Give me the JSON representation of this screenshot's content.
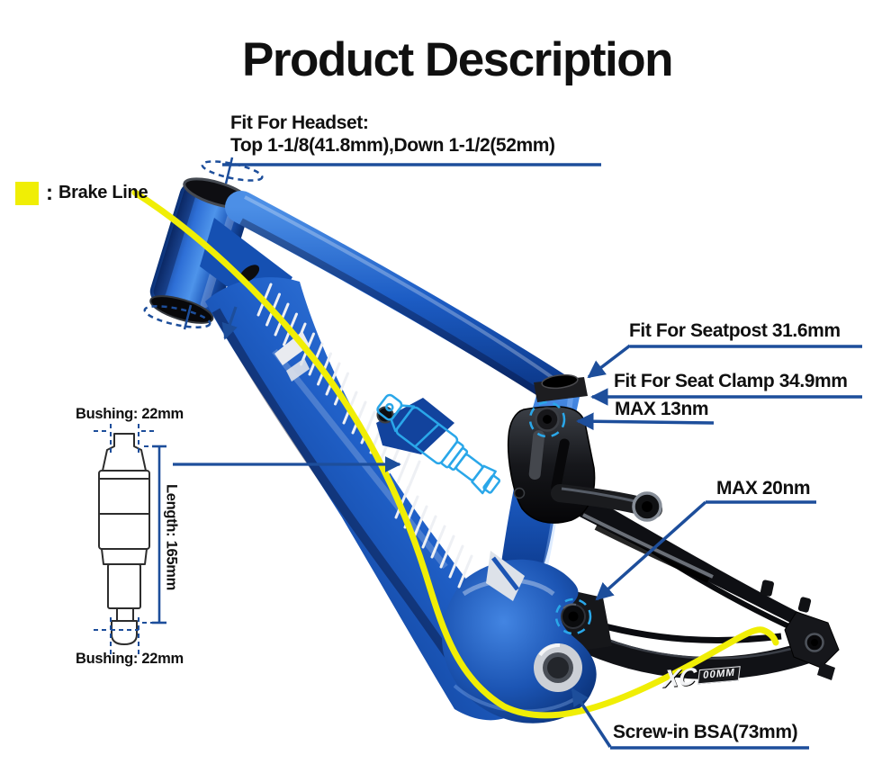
{
  "title": "Product Description",
  "legend": {
    "separator": ":",
    "label": "Brake Line"
  },
  "annotations": {
    "headset_line1": "Fit For Headset:",
    "headset_line2": "Top 1-1/8(41.8mm),Down 1-1/2(52mm)",
    "seatpost": "Fit For Seatpost 31.6mm",
    "seat_clamp": "Fit For Seat Clamp 34.9mm",
    "max_13": "MAX 13nm",
    "max_20": "MAX 20nm",
    "bottom_bracket": "Screw-in BSA(73mm)"
  },
  "shock_diagram": {
    "bushing_top": "Bushing: 22mm",
    "length": "Length: 165mm",
    "bushing_bottom": "Bushing: 22mm"
  },
  "frame_decals": {
    "model": "XC",
    "travel": "00MM"
  },
  "colors": {
    "annotation_blue": "#1d4e9b",
    "brake_line_yellow": "#f0ee05",
    "shock_outline_cyan": "#2aa7e9",
    "frame_blue": "#1c5dc9",
    "text_black": "#101010"
  }
}
